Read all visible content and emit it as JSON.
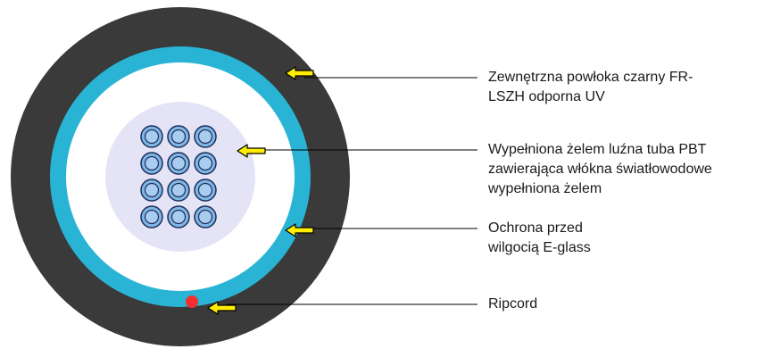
{
  "colors": {
    "outer_jacket": "#3a3a3a",
    "moisture_barrier": "#29b4d6",
    "filler": "#ffffff",
    "loose_tube": "#e4e4f6",
    "fiber_outer": "#7fb6e4",
    "fiber_inner": "#a9cdf0",
    "fiber_stroke": "#1e2f5c",
    "ripcord": "#f23030",
    "arrow_fill": "#ffee00",
    "arrow_stroke": "#000000",
    "leader_line": "#000000"
  },
  "diagram": {
    "fiber_grid": {
      "rows": 4,
      "columns": 3,
      "count": 12
    }
  },
  "labels": {
    "outer_jacket": [
      "Zewnętrzna powłoka czarny FR-",
      "LSZH odporna UV"
    ],
    "loose_tube": [
      "Wypełniona żelem luźna tuba PBT",
      "zawierająca włókna światłowodowe",
      "wypełniona żelem"
    ],
    "moisture_barrier": [
      "Ochrona przed",
      "wilgocią E-glass"
    ],
    "ripcord": [
      "Ripcord"
    ]
  }
}
